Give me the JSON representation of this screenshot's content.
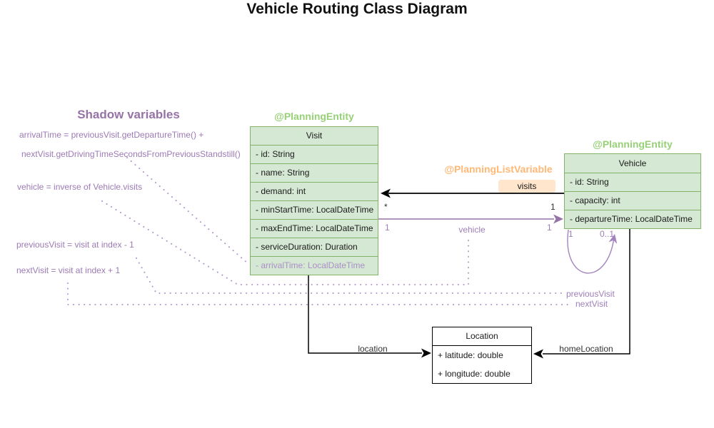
{
  "title": "Vehicle Routing Class Diagram",
  "shadow_panel": {
    "heading": "Shadow variables",
    "formulas": [
      "arrivalTime = previousVisit.getDepartureTime() +",
      "nextVisit.getDrivingTimeSecondsFromPreviousStandstill()",
      "vehicle = inverse of Vehicle.visits",
      "previousVisit = visit at index - 1",
      "nextVisit = visit at index + 1"
    ]
  },
  "classes": {
    "visit": {
      "annotation": "@PlanningEntity",
      "name": "Visit",
      "attributes": [
        "- id: String",
        "- name: String",
        "- demand: int",
        "- minStartTime: LocalDateTime",
        "- maxEndTime: LocalDateTime",
        "- serviceDuration: Duration",
        "- arrivalTime: LocalDateTime"
      ]
    },
    "vehicle": {
      "annotation": "@PlanningEntity",
      "name": "Vehicle",
      "attributes": [
        "- id: String",
        "- capacity: int",
        "- departureTime: LocalDateTime"
      ]
    },
    "location": {
      "name": "Location",
      "attributes": [
        "+ latitude: double",
        "+ longitude: double"
      ]
    }
  },
  "relations": {
    "visits": {
      "annotation": "@PlanningListVariable",
      "label": "visits",
      "mult_visit_end": "*",
      "mult_vehicle_end": "1"
    },
    "vehicle": {
      "label": "vehicle",
      "mult_visit_end": "1",
      "mult_vehicle_end": "1"
    },
    "visit_chain": {
      "mult_left": "1",
      "mult_right": "0..1",
      "previous_label": "previousVisit",
      "next_label": "nextVisit"
    },
    "location": {
      "label": "location"
    },
    "home_location": {
      "label": "homeLocation"
    }
  },
  "colors": {
    "class_fill_green": "#d5e8d4",
    "class_border_green": "#82b366",
    "annotation_green": "#97d077",
    "annotation_orange": "#ffb875",
    "badge_orange": "#ffe6cc",
    "shadow_purple": "#9673a6",
    "shadow_purple_light": "#ab8fc6"
  }
}
